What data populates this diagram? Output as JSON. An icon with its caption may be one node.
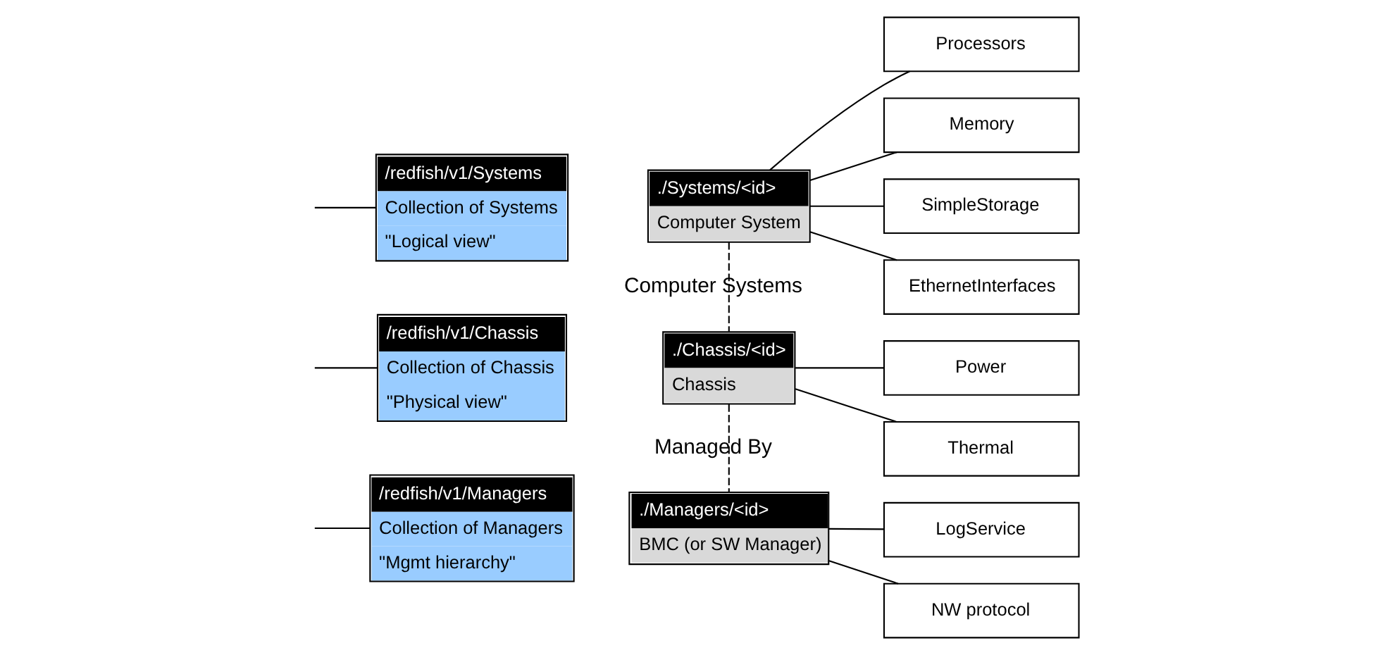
{
  "diagram": {
    "nodes": [
      {
        "text": [
          "/redfish/v1/Systems",
          "Collection of Systems",
          "\"Logical view\""
        ]
      },
      {
        "text": [
          "./Systems/<id>",
          "Computer System"
        ]
      },
      {
        "text": [
          "Processors"
        ]
      },
      {
        "text": [
          "Memory"
        ]
      },
      {
        "text": [
          "SimpleStorage"
        ]
      },
      {
        "text": [
          "EthernetInterfaces"
        ]
      },
      {
        "text": [
          "/redfish/v1/Chassis",
          "Collection of Chassis",
          "\"Physical view\""
        ]
      },
      {
        "text": [
          "./Chassis/<id>",
          "Chassis"
        ]
      },
      {
        "text": [
          "Power"
        ]
      },
      {
        "text": [
          "Thermal"
        ]
      },
      {
        "text": [
          "/redfish/v1/Managers",
          "Collection of Managers",
          "\"Mgmt hierarchy\""
        ]
      },
      {
        "text": [
          "./Managers/<id>",
          "BMC (or SW Manager)"
        ]
      },
      {
        "text": [
          "LogService"
        ]
      },
      {
        "text": [
          "NW protocol"
        ]
      }
    ],
    "edges": [
      {
        "from": null,
        "to": 0,
        "arrow": "none"
      },
      {
        "from": null,
        "to": 6,
        "arrow": "none"
      },
      {
        "from": null,
        "to": 10,
        "arrow": "none"
      },
      {
        "from": 1,
        "to": 2,
        "arrow": "none"
      },
      {
        "from": 1,
        "to": 3,
        "arrow": "none"
      },
      {
        "from": 1,
        "to": 4,
        "arrow": "none"
      },
      {
        "from": 1,
        "to": 5,
        "arrow": "none"
      },
      {
        "from": 7,
        "to": 8,
        "arrow": "none"
      },
      {
        "from": 7,
        "to": 9,
        "arrow": "none"
      },
      {
        "from": 11,
        "to": 12,
        "arrow": "none"
      },
      {
        "from": 11,
        "to": 13,
        "arrow": "none"
      },
      {
        "from": 1,
        "to": 7,
        "arrow": "none",
        "style": "dashed",
        "label": "Computer Systems"
      },
      {
        "from": 7,
        "to": 11,
        "arrow": "none",
        "style": "dashed",
        "label": "Managed By"
      }
    ]
  }
}
